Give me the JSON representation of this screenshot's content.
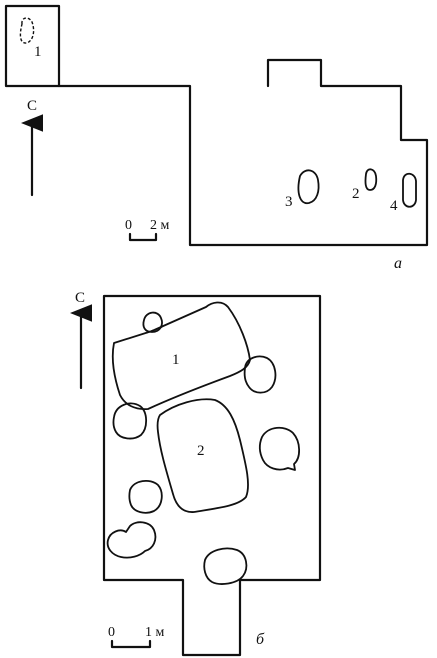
{
  "panel_a": {
    "label": "а",
    "north_label": "С",
    "scale": {
      "zero": "0",
      "length_label": "2 м"
    },
    "features": [
      {
        "id": "1"
      },
      {
        "id": "2"
      },
      {
        "id": "3"
      },
      {
        "id": "4"
      }
    ]
  },
  "panel_b": {
    "label": "б",
    "north_label": "С",
    "scale": {
      "zero": "0",
      "length_label": "1 м"
    },
    "features": [
      {
        "id": "1"
      },
      {
        "id": "2"
      }
    ]
  },
  "colors": {
    "ink": "#111111",
    "background": "#ffffff"
  }
}
